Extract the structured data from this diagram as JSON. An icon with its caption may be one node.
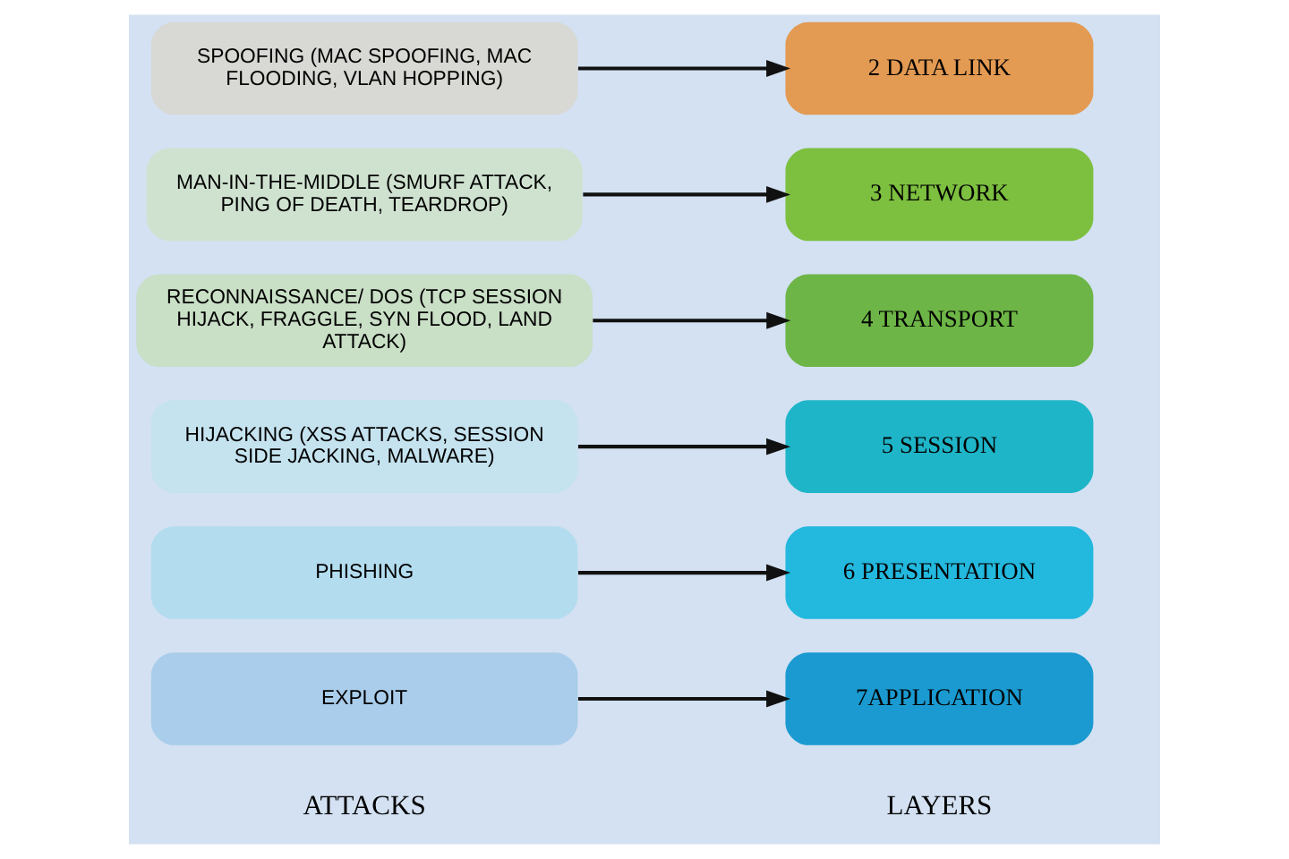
{
  "diagram": {
    "nodes": [
      {
        "text": [
          "EXPLOIT"
        ]
      },
      {
        "text": [
          "7APPLICATION"
        ]
      },
      {
        "text": [
          "PHISHING"
        ]
      },
      {
        "text": [
          "6 PRESENTATION"
        ]
      },
      {
        "text": [
          "HIJACKING (XSS ATTACKS, SESSION SIDE JACKING, MALWARE)"
        ]
      },
      {
        "text": [
          "5 SESSION"
        ]
      },
      {
        "text": [
          "RECONNAISSANCE/ DOS (TCP SESSION HIJACK, FRAGGLE, SYN FLOOD, LAND ATTACK)"
        ]
      },
      {
        "text": [
          "4 TRANSPORT"
        ]
      },
      {
        "text": [
          "MAN-IN-THE-MIDDLE (SMURF ATTACK, PING OF DEATH, TEARDROP)"
        ]
      },
      {
        "text": [
          "3 NETWORK"
        ]
      },
      {
        "text": [
          "SPOOFING (MAC SPOOFING, MAC FLOODING, VLAN HOPPING)"
        ]
      },
      {
        "text": [
          "2 DATA LINK"
        ]
      }
    ],
    "edges": [
      {
        "from": 0,
        "to": 1,
        "arrow": "to"
      },
      {
        "from": 2,
        "to": 3,
        "arrow": "to"
      },
      {
        "from": 4,
        "to": 5,
        "arrow": "to"
      },
      {
        "from": 6,
        "to": 7,
        "arrow": "to"
      },
      {
        "from": 8,
        "to": 9,
        "arrow": "to"
      },
      {
        "from": 10,
        "to": 11,
        "arrow": "to"
      }
    ],
    "labels": [
      "ATTACKS",
      "LAYERS"
    ]
  }
}
